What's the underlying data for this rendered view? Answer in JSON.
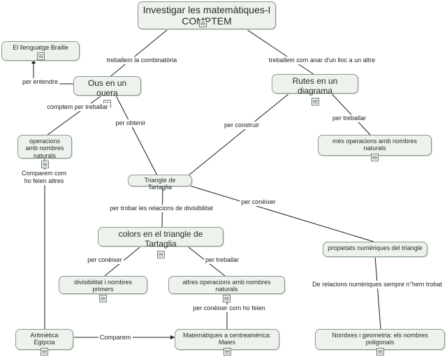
{
  "nodes": {
    "root": "Investigar les matemàtiques-I COMPTEM",
    "braille": "El llenguatge Braille",
    "ous": "Ous en un ouera",
    "rutes": "Rutes en un diagrama",
    "operacions": "operacions amb nombres naturals",
    "mes_operacions": "més operacions amb nombres naturals",
    "triangle": "Triangle de Tartaglia",
    "colors": "colors en el triangle de Tartaglia",
    "propietats": "propietats  numèriques del triangle",
    "divisibilitat": "divisibilitat i nombres primers",
    "altres": "altres operacions amb nombres naturals",
    "aritmetica": "Aritmètica Egípcia",
    "maies": "Matemàtiques a centreamèrica: Maies",
    "poligonals": "Nombres i geometria: els nombres poligonals"
  },
  "links": {
    "combinatoria": "treballem la combinatòria",
    "anar": "treballem com anar d'un lloc a un altre",
    "entendre": "per entendre",
    "comptem": "comptem per treballar",
    "obtenir": "per obtenir",
    "construir": "per construir",
    "treballar_rutes": "per treballar",
    "comparem_com": "Comparem com ho feien altres",
    "trobar": "per trobar les relacions de divisibilitat",
    "coneixer_prop": "per conèixer",
    "coneixer_div": "per conèixer",
    "treballar_altres": "per treballar",
    "coneixer_com": "per conèixer com ho feien",
    "comparem": "Comparem",
    "relacions": "De relacions numèriques sempre n\"hem trobat"
  },
  "colors": {
    "node_fill": "#eef2ec",
    "node_border": "#8a9a8c",
    "line": "#1a1a1a"
  },
  "icons": {
    "node_badge": "note-icon"
  }
}
